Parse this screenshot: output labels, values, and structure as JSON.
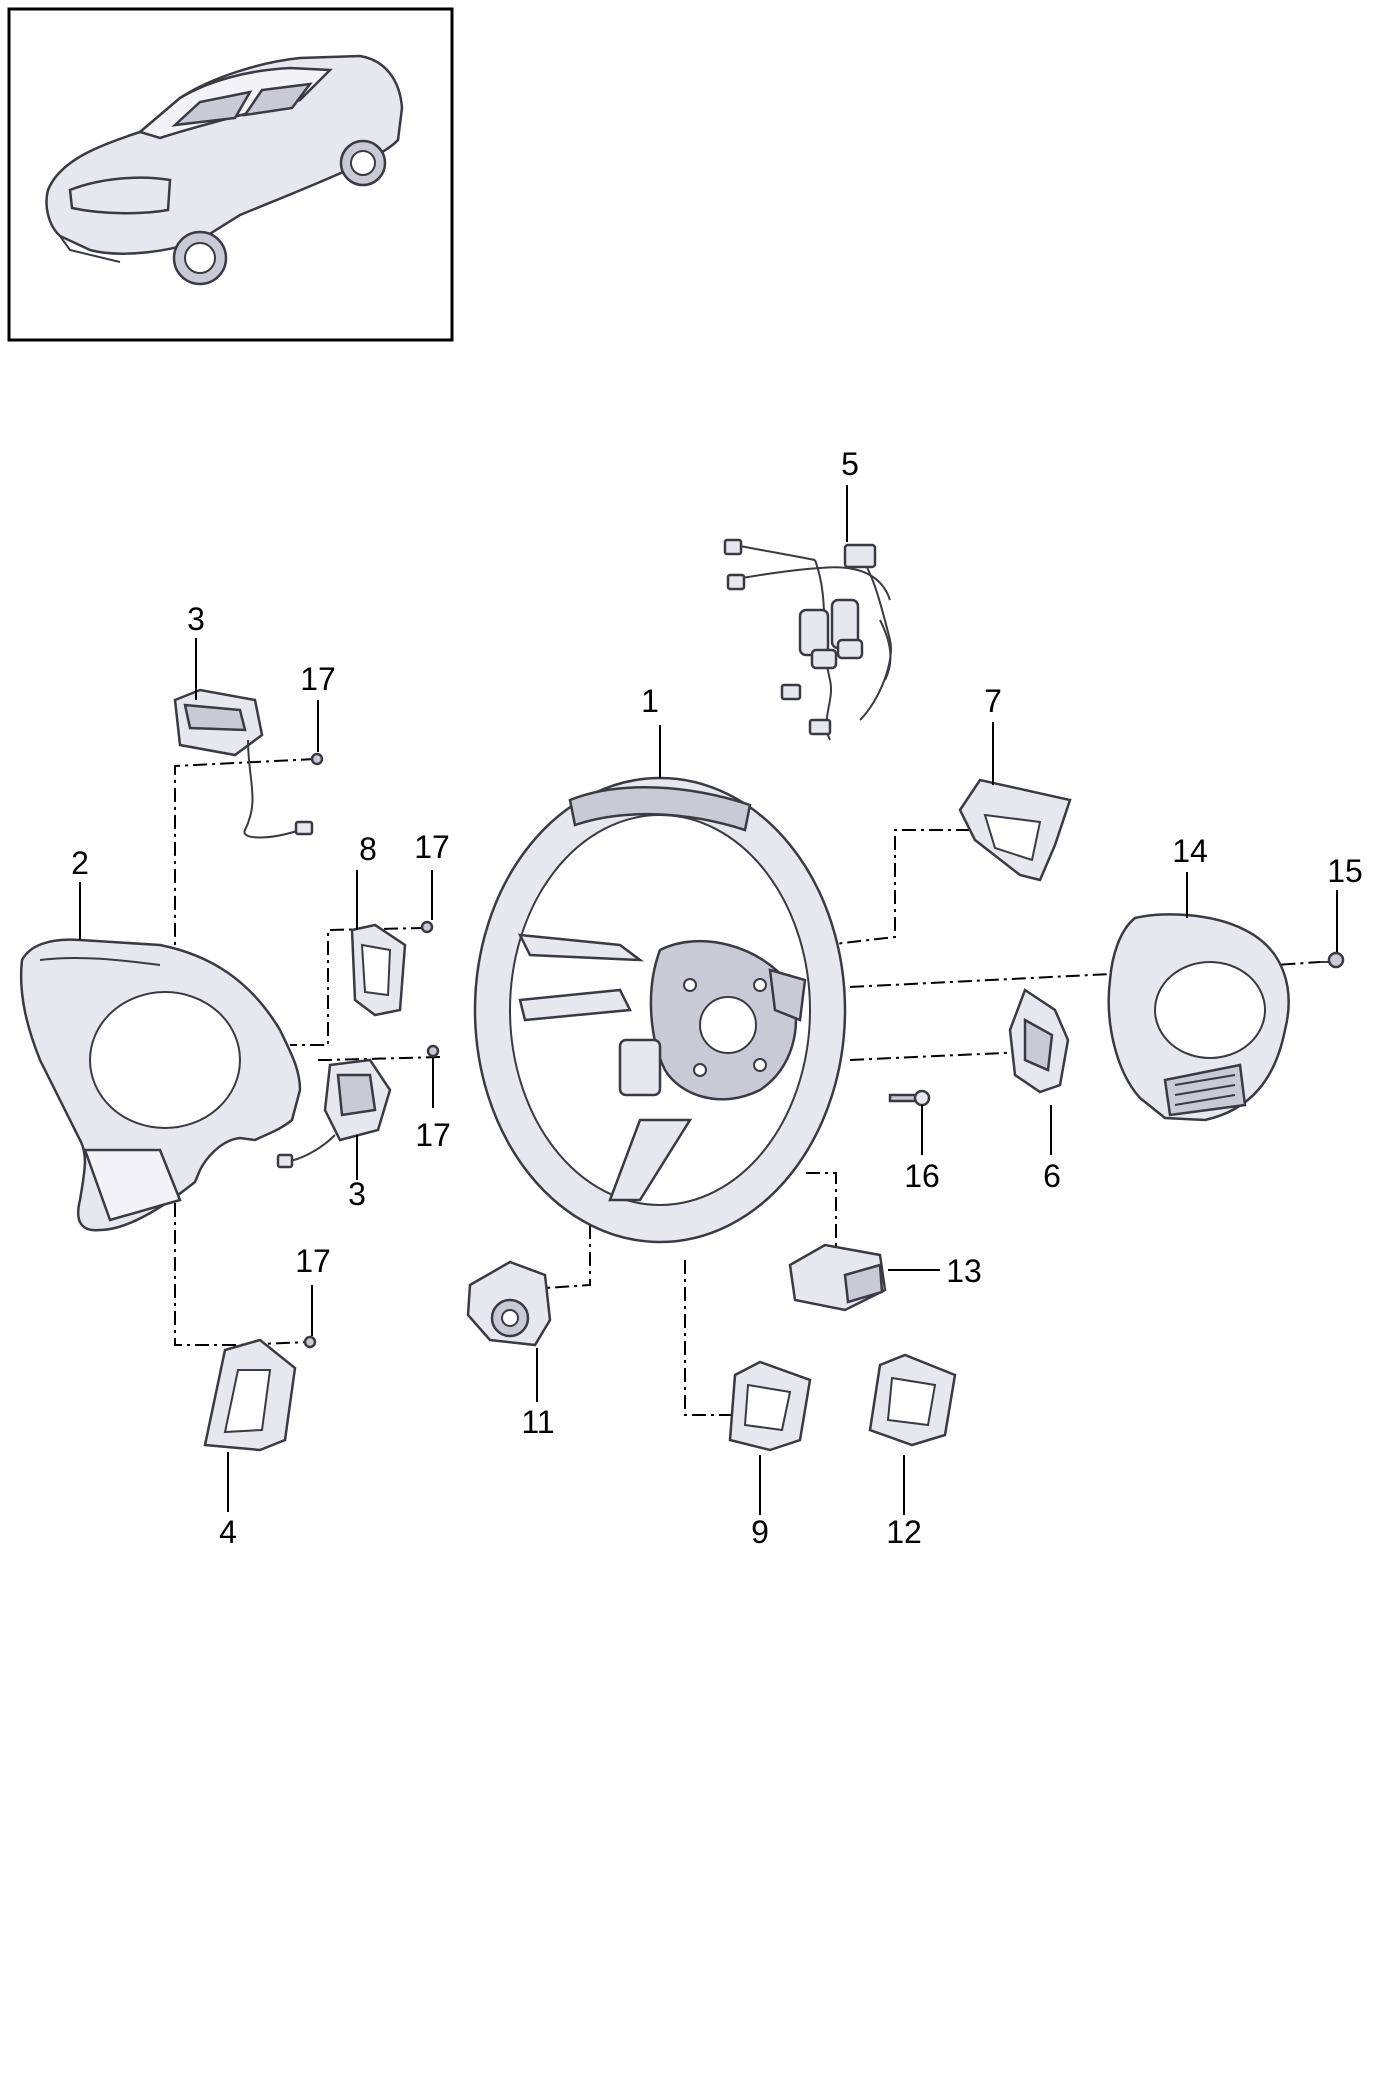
{
  "callouts": {
    "c1": "1",
    "c2": "2",
    "c3a": "3",
    "c3b": "3",
    "c4": "4",
    "c5": "5",
    "c6": "6",
    "c7": "7",
    "c8": "8",
    "c9": "9",
    "c11": "11",
    "c12": "12",
    "c13": "13",
    "c14": "14",
    "c15": "15",
    "c16": "16",
    "c17a": "17",
    "c17b": "17",
    "c17c": "17",
    "c17d": "17"
  },
  "icons": {
    "vehicle_thumbnail": "sports-car-icon"
  },
  "colors": {
    "part_fill": "#e7e8ef",
    "part_outline": "#3a3a44",
    "line": "#000000"
  }
}
